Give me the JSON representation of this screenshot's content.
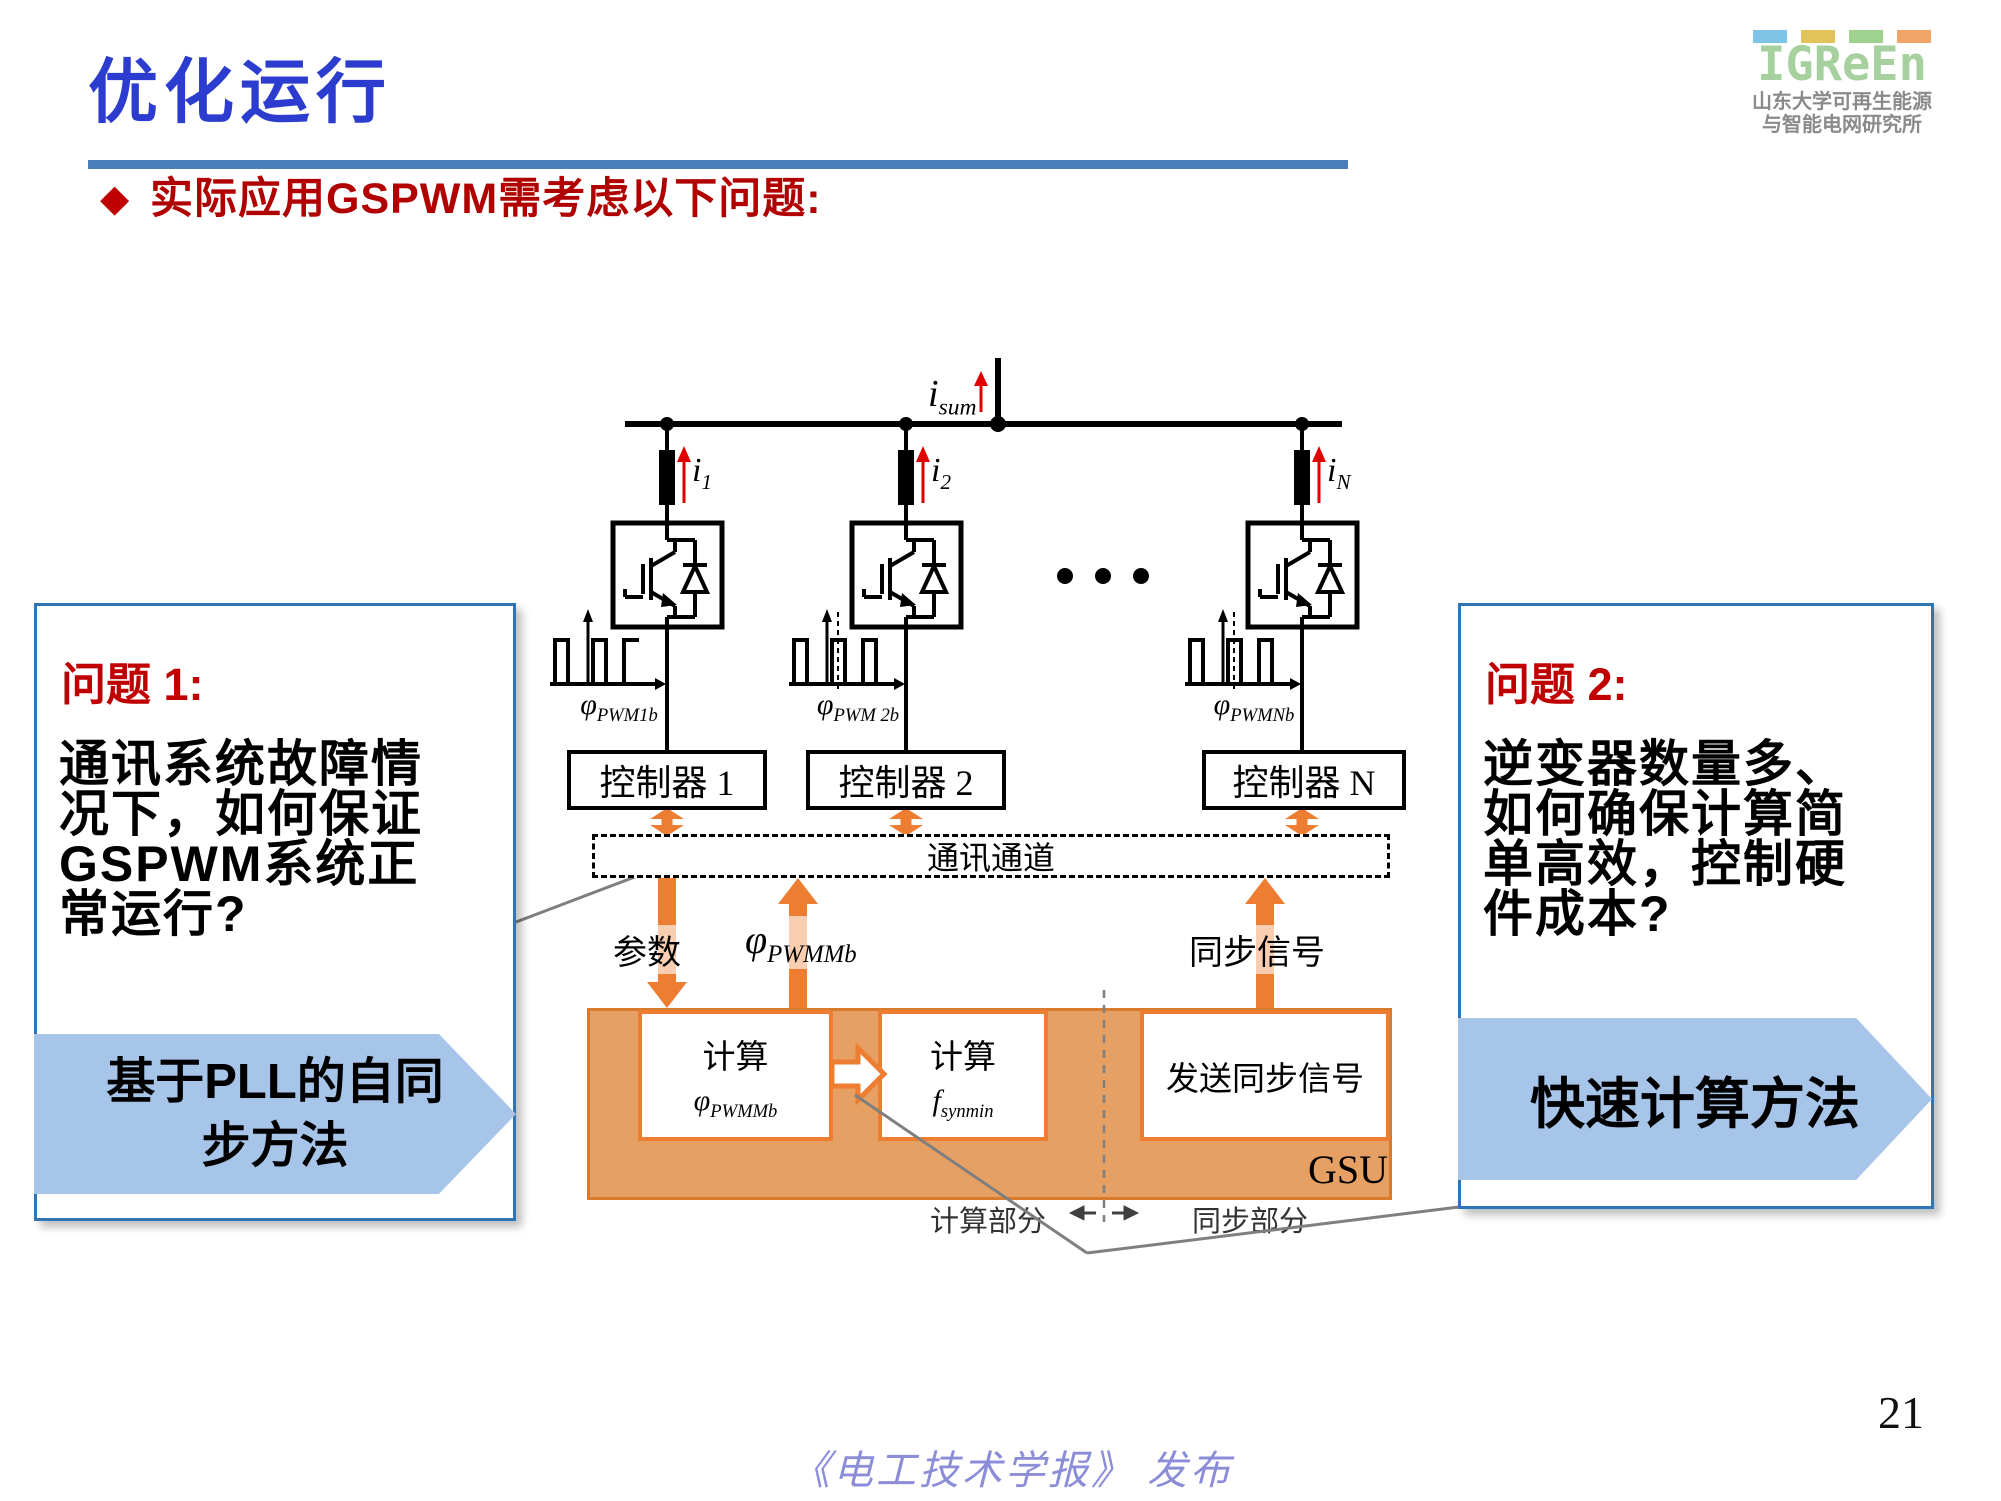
{
  "slide": {
    "title": "优化运行",
    "heading_bullet": "◆",
    "heading": "实际应用GSPWM需考虑以下问题:",
    "footer": "《电工技术学报》 发布",
    "page_number": "21"
  },
  "logo": {
    "wordmark": "IGReEn",
    "org_line1": "山东大学可再生能源",
    "org_line2": "与智能电网研究所"
  },
  "problem1": {
    "label": "问题 1:",
    "line1": "通讯系统故障情",
    "line2": "况下，如何保证",
    "line3": "GSPWM系统正",
    "line4": "常运行?",
    "solution_line1": "基于PLL的自同",
    "solution_line2": "步方法"
  },
  "problem2": {
    "label": "问题 2:",
    "line1": "逆变器数量多、",
    "line2": "如何确保计算简",
    "line3": "单高效，控制硬",
    "line4": "件成本?",
    "solution": "快速计算方法"
  },
  "diagram": {
    "i_sum": {
      "sym": "i",
      "sub": "sum"
    },
    "i1": {
      "sym": "i",
      "sub": "1"
    },
    "i2": {
      "sym": "i",
      "sub": "2"
    },
    "iN": {
      "sym": "i",
      "sub": "N"
    },
    "phi1": {
      "sym": "φ",
      "sub": "PWM1b"
    },
    "phi2": {
      "sym": "φ",
      "sub": "PWM 2b"
    },
    "phiN": {
      "sym": "φ",
      "sub": "PWMNb"
    },
    "controller1": "控制器 1",
    "controller2": "控制器 2",
    "controllerN": "控制器 N",
    "comm_channel": "通讯通道",
    "param": "参数",
    "phi_m": {
      "sym": "φ",
      "sub": "PWMMb"
    },
    "sync_signal": "同步信号",
    "calc1_title": "计算",
    "calc1_sym": "φ",
    "calc1_sub": "PWMMb",
    "calc2_title": "计算",
    "calc2_sym": "f",
    "calc2_sub": "synmin",
    "send_sync": "发送同步信号",
    "gsu_label": "GSU",
    "calc_part": "计算部分",
    "sync_part": "同步部分"
  },
  "colors": {
    "title_blue": "#2b3cce",
    "rule_blue": "#4a7ebd",
    "heading_red": "#b00000",
    "problem_red": "#c00000",
    "accent_orange": "#ed7d31",
    "gsu_fill": "#e7a063",
    "solution_arrow_blue": "#a7c5e9",
    "panel_border_blue": "#2e75b6",
    "footer_purple": "#8b8dd8",
    "logo_green": "#a6d19e"
  }
}
